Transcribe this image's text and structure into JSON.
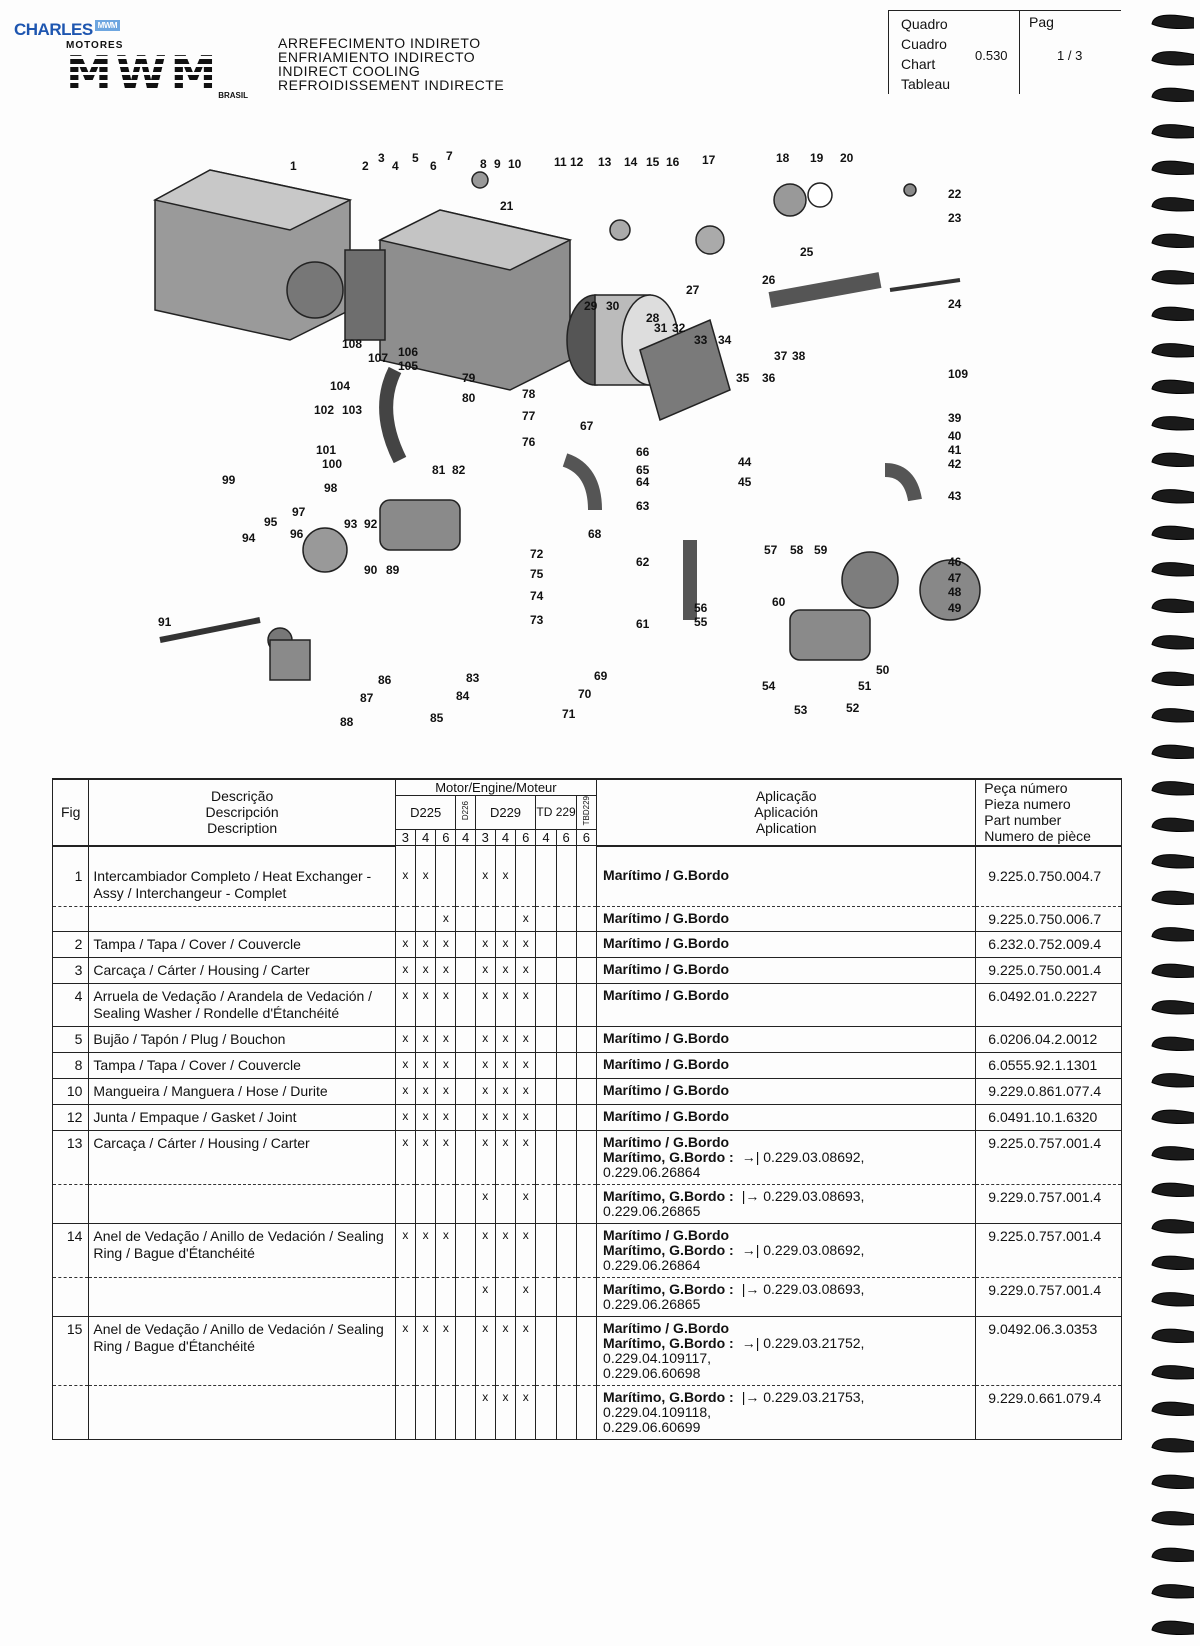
{
  "header": {
    "watermark": "CHARLES",
    "watermark_badge": "MWM",
    "brand_top": "MOTORES",
    "brand": "MWM",
    "brand_sub": "BRASIL",
    "titles": [
      "ARREFECIMENTO INDIRETO",
      "ENFRIAMIENTO INDIRECTO",
      "INDIRECT COOLING",
      "REFROIDISSEMENT INDIRECTE"
    ],
    "box_labels": [
      "Quadro",
      "Cuadro",
      "Chart",
      "Tableau"
    ],
    "chart_no": "0.530",
    "pag_label": "Pag",
    "pag_no": "1 / 3"
  },
  "diagram": {
    "callouts": [
      "1",
      "2",
      "3",
      "4",
      "5",
      "6",
      "7",
      "8",
      "9",
      "10",
      "11",
      "12",
      "13",
      "14",
      "15",
      "16",
      "17",
      "18",
      "19",
      "20",
      "21",
      "22",
      "23",
      "24",
      "25",
      "26",
      "27",
      "28",
      "29",
      "30",
      "31",
      "32",
      "33",
      "34",
      "35",
      "36",
      "37",
      "38",
      "39",
      "40",
      "41",
      "42",
      "43",
      "44",
      "45",
      "46",
      "47",
      "48",
      "49",
      "50",
      "51",
      "52",
      "53",
      "54",
      "55",
      "56",
      "57",
      "58",
      "59",
      "60",
      "61",
      "62",
      "63",
      "64",
      "65",
      "66",
      "67",
      "68",
      "69",
      "70",
      "71",
      "72",
      "73",
      "74",
      "75",
      "76",
      "77",
      "78",
      "79",
      "80",
      "81",
      "82",
      "83",
      "84",
      "85",
      "86",
      "87",
      "88",
      "89",
      "90",
      "91",
      "92",
      "93",
      "94",
      "95",
      "96",
      "97",
      "98",
      "99",
      "100",
      "101",
      "102",
      "103",
      "104",
      "105",
      "106",
      "107",
      "108",
      "109"
    ]
  },
  "table": {
    "head": {
      "fig": "Fig",
      "desc": [
        "Descrição",
        "Descripción",
        "Description"
      ],
      "motor": "Motor/Engine/Moteur",
      "d225": "D225",
      "d226": "D226",
      "d229": "D229",
      "td229": "TD 229",
      "tbd229": "TBD229",
      "cyl": [
        "3",
        "4",
        "6",
        "4",
        "3",
        "4",
        "6",
        "4",
        "6",
        "6"
      ],
      "app": [
        "Aplicação",
        "Aplicación",
        "Aplication"
      ],
      "pn": [
        "Peça número",
        "Pieza numero",
        "Part number",
        "Numero de pièce"
      ]
    },
    "rows": [
      {
        "fig": "1",
        "desc": "Intercambiador Completo / Heat Exchanger - Assy / Interchangeur - Complet",
        "marks": [
          "x",
          "x",
          "",
          "",
          "x",
          "x",
          "",
          "",
          "",
          ""
        ],
        "app": "Marítimo / G.Bordo",
        "ref": "",
        "pn": "9.225.0.750.004.7",
        "split": true
      },
      {
        "fig": "",
        "desc": "",
        "marks": [
          "",
          "",
          "x",
          "",
          "",
          "",
          "x",
          "",
          "",
          ""
        ],
        "app": "Marítimo / G.Bordo",
        "ref": "",
        "pn": "9.225.0.750.006.7"
      },
      {
        "fig": "2",
        "desc": "Tampa / Tapa / Cover / Couvercle",
        "marks": [
          "x",
          "x",
          "x",
          "",
          "x",
          "x",
          "x",
          "",
          "",
          ""
        ],
        "app": "Marítimo / G.Bordo",
        "ref": "",
        "pn": "6.232.0.752.009.4"
      },
      {
        "fig": "3",
        "desc": "Carcaça / Cárter / Housing / Carter",
        "marks": [
          "x",
          "x",
          "x",
          "",
          "x",
          "x",
          "x",
          "",
          "",
          ""
        ],
        "app": "Marítimo / G.Bordo",
        "ref": "",
        "pn": "9.225.0.750.001.4"
      },
      {
        "fig": "4",
        "desc": "Arruela de Vedação / Arandela de Vedación / Sealing Washer / Rondelle d'Étanchéité",
        "marks": [
          "x",
          "x",
          "x",
          "",
          "x",
          "x",
          "x",
          "",
          "",
          ""
        ],
        "app": "Marítimo / G.Bordo",
        "ref": "",
        "pn": "6.0492.01.0.2227"
      },
      {
        "fig": "5",
        "desc": "Bujão / Tapón / Plug / Bouchon",
        "marks": [
          "x",
          "x",
          "x",
          "",
          "x",
          "x",
          "x",
          "",
          "",
          ""
        ],
        "app": "Marítimo / G.Bordo",
        "ref": "",
        "pn": "6.0206.04.2.0012"
      },
      {
        "fig": "8",
        "desc": "Tampa / Tapa / Cover / Couvercle",
        "marks": [
          "x",
          "x",
          "x",
          "",
          "x",
          "x",
          "x",
          "",
          "",
          ""
        ],
        "app": "Marítimo / G.Bordo",
        "ref": "",
        "pn": "6.0555.92.1.1301"
      },
      {
        "fig": "10",
        "desc": "Mangueira / Manguera / Hose / Durite",
        "marks": [
          "x",
          "x",
          "x",
          "",
          "x",
          "x",
          "x",
          "",
          "",
          ""
        ],
        "app": "Marítimo / G.Bordo",
        "ref": "",
        "pn": "9.229.0.861.077.4"
      },
      {
        "fig": "12",
        "desc": "Junta / Empaque / Gasket / Joint",
        "marks": [
          "x",
          "x",
          "x",
          "",
          "x",
          "x",
          "x",
          "",
          "",
          ""
        ],
        "app": "Marítimo / G.Bordo",
        "ref": "",
        "pn": "6.0491.10.1.6320"
      },
      {
        "fig": "13",
        "desc": "Carcaça / Cárter / Housing / Carter",
        "marks": [
          "x",
          "x",
          "x",
          "",
          "x",
          "x",
          "x",
          "",
          "",
          ""
        ],
        "app": "Marítimo / G.Bordo\nMarítimo, G.Bordo :",
        "ref": "→| 0.229.03.08692,\n0.229.06.26864",
        "pn": "9.225.0.757.001.4",
        "split": true
      },
      {
        "fig": "",
        "desc": "",
        "marks": [
          "",
          "",
          "",
          "",
          "x",
          "",
          "x",
          "",
          "",
          ""
        ],
        "app": "Marítimo, G.Bordo :",
        "ref": "|→ 0.229.03.08693,\n0.229.06.26865",
        "pn": "9.229.0.757.001.4"
      },
      {
        "fig": "14",
        "desc": "Anel de Vedação / Anillo de Vedación / Sealing Ring / Bague d'Étanchéité",
        "marks": [
          "x",
          "x",
          "x",
          "",
          "x",
          "x",
          "x",
          "",
          "",
          ""
        ],
        "app": "Marítimo / G.Bordo\nMarítimo, G.Bordo :",
        "ref": "→| 0.229.03.08692,\n0.229.06.26864",
        "pn": "9.225.0.757.001.4",
        "split": true
      },
      {
        "fig": "",
        "desc": "",
        "marks": [
          "",
          "",
          "",
          "",
          "x",
          "",
          "x",
          "",
          "",
          ""
        ],
        "app": "Marítimo, G.Bordo :",
        "ref": "|→ 0.229.03.08693,\n0.229.06.26865",
        "pn": "9.229.0.757.001.4"
      },
      {
        "fig": "15",
        "desc": "Anel de Vedação / Anillo de Vedación / Sealing Ring / Bague d'Étanchéité",
        "marks": [
          "x",
          "x",
          "x",
          "",
          "x",
          "x",
          "x",
          "",
          "",
          ""
        ],
        "app": "Marítimo / G.Bordo\nMarítimo, G.Bordo :",
        "ref": "→| 0.229.03.21752,\n0.229.04.109117,\n0.229.06.60698",
        "pn": "9.0492.06.3.0353",
        "split": true
      },
      {
        "fig": "",
        "desc": "",
        "marks": [
          "",
          "",
          "",
          "",
          "x",
          "x",
          "x",
          "",
          "",
          ""
        ],
        "app": "Marítimo, G.Bordo :",
        "ref": "|→ 0.229.03.21753,\n0.229.04.109118,\n0.229.06.60699",
        "pn": "9.229.0.661.079.4"
      }
    ]
  }
}
